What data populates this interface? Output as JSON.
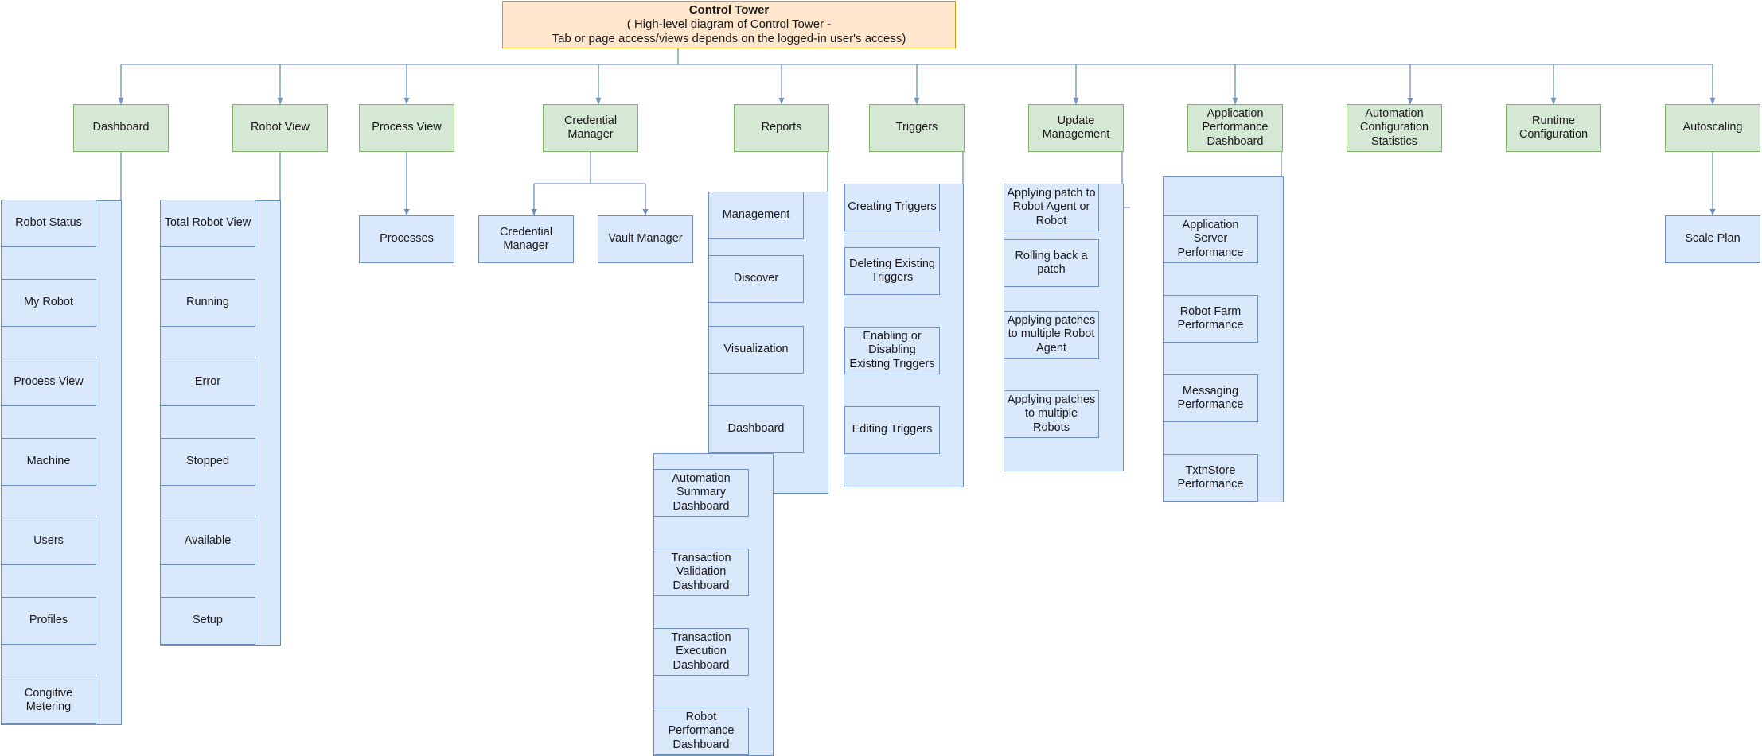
{
  "root": {
    "title": "Control Tower",
    "subtitle": "( High-level diagram of Control Tower -\nTab or page access/views depends on the logged-in user's access)"
  },
  "categories": {
    "dashboard": "Dashboard",
    "robot_view": "Robot View",
    "process_view": "Process View",
    "credential_manager": "Credential\nManager",
    "reports": "Reports",
    "triggers": "Triggers",
    "update_management": "Update\nManagement",
    "apm": "Application\nPerformance\nDashboard",
    "acs": "Automation\nConfiguration\nStatistics",
    "runtime": "Runtime\nConfiguration",
    "autoscaling": "Autoscaling"
  },
  "dashboard_items": [
    "Robot Status",
    "My Robot",
    "Process View",
    "Machine",
    "Users",
    "Profiles",
    "Congitive\nMetering"
  ],
  "robot_view_items": [
    "Total Robot View",
    "Running",
    "Error",
    "Stopped",
    "Available",
    "Setup"
  ],
  "process_view_items": [
    "Processes"
  ],
  "credential_items": [
    "Credential\nManager",
    "Vault Manager"
  ],
  "reports_items": [
    "Management",
    "Discover",
    "Visualization",
    "Dashboard"
  ],
  "reports_dashboard_items": [
    "Automation\nSummary\nDashboard",
    "Transaction\nValidation\nDashboard",
    "Transaction\nExecution\nDashboard",
    "Robot\nPerformance\nDashboard"
  ],
  "triggers_items": [
    "Creating Triggers",
    "Deleting  Existing\nTriggers",
    "Enabling or\nDisabling\nExisting Triggers",
    "Editing Triggers"
  ],
  "update_items": [
    "Applying patch to\nRobot Agent or\nRobot",
    "Rolling back a\npatch",
    "Applying patches\nto multiple Robot\nAgent",
    "Applying patches\nto multiple\nRobots"
  ],
  "apm_items": [
    "Application\nServer\nPerformance",
    "Robot Farm\nPerformance",
    "Messaging\nPerformance",
    "TxtnStore\nPerformance"
  ],
  "autoscaling_items": [
    "Scale Plan"
  ],
  "colors": {
    "root_fill": "#ffe6cc",
    "root_stroke": "#d79b00",
    "category_fill": "#d5e8d4",
    "category_stroke": "#82b366",
    "item_fill": "#dae8fc",
    "item_stroke": "#6c8ebf",
    "connector": "#6c8ebf"
  }
}
